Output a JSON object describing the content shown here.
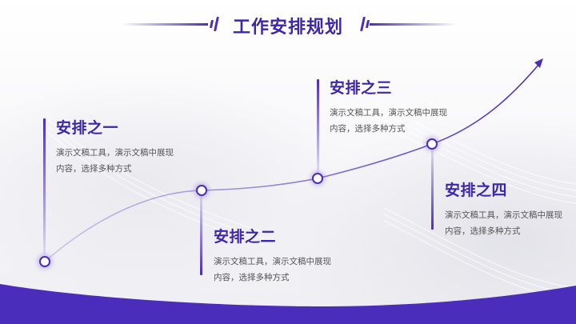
{
  "header": {
    "title": "工作安排规划"
  },
  "colors": {
    "accent": "#4b2db9",
    "title": "#3e26a8",
    "text": "#555555",
    "background": "#f6f6f9"
  },
  "milestones": [
    {
      "title": "安排之一",
      "description": "演示文稿工具，演示文稿中展现内容，选择多种方式"
    },
    {
      "title": "安排之二",
      "description": "演示文稿工具，演示文稿中展现内容，选择多种方式"
    },
    {
      "title": "安排之三",
      "description": "演示文稿工具，演示文稿中展现内容，选择多种方式"
    },
    {
      "title": "安排之四",
      "description": "演示文稿工具，演示文稿中展现内容，选择多种方式"
    }
  ]
}
